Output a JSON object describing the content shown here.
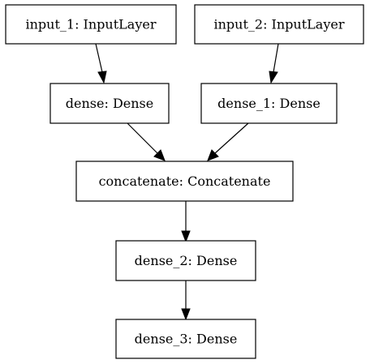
{
  "diagram": {
    "nodes": [
      {
        "id": "input_1",
        "label": "input_1: InputLayer"
      },
      {
        "id": "input_2",
        "label": "input_2: InputLayer"
      },
      {
        "id": "dense",
        "label": "dense: Dense"
      },
      {
        "id": "dense_1",
        "label": "dense_1: Dense"
      },
      {
        "id": "concatenate",
        "label": "concatenate: Concatenate"
      },
      {
        "id": "dense_2",
        "label": "dense_2: Dense"
      },
      {
        "id": "dense_3",
        "label": "dense_3: Dense"
      }
    ],
    "edges": [
      {
        "from": "input_1",
        "to": "dense"
      },
      {
        "from": "input_2",
        "to": "dense_1"
      },
      {
        "from": "dense",
        "to": "concatenate"
      },
      {
        "from": "dense_1",
        "to": "concatenate"
      },
      {
        "from": "concatenate",
        "to": "dense_2"
      },
      {
        "from": "dense_2",
        "to": "dense_3"
      }
    ]
  }
}
